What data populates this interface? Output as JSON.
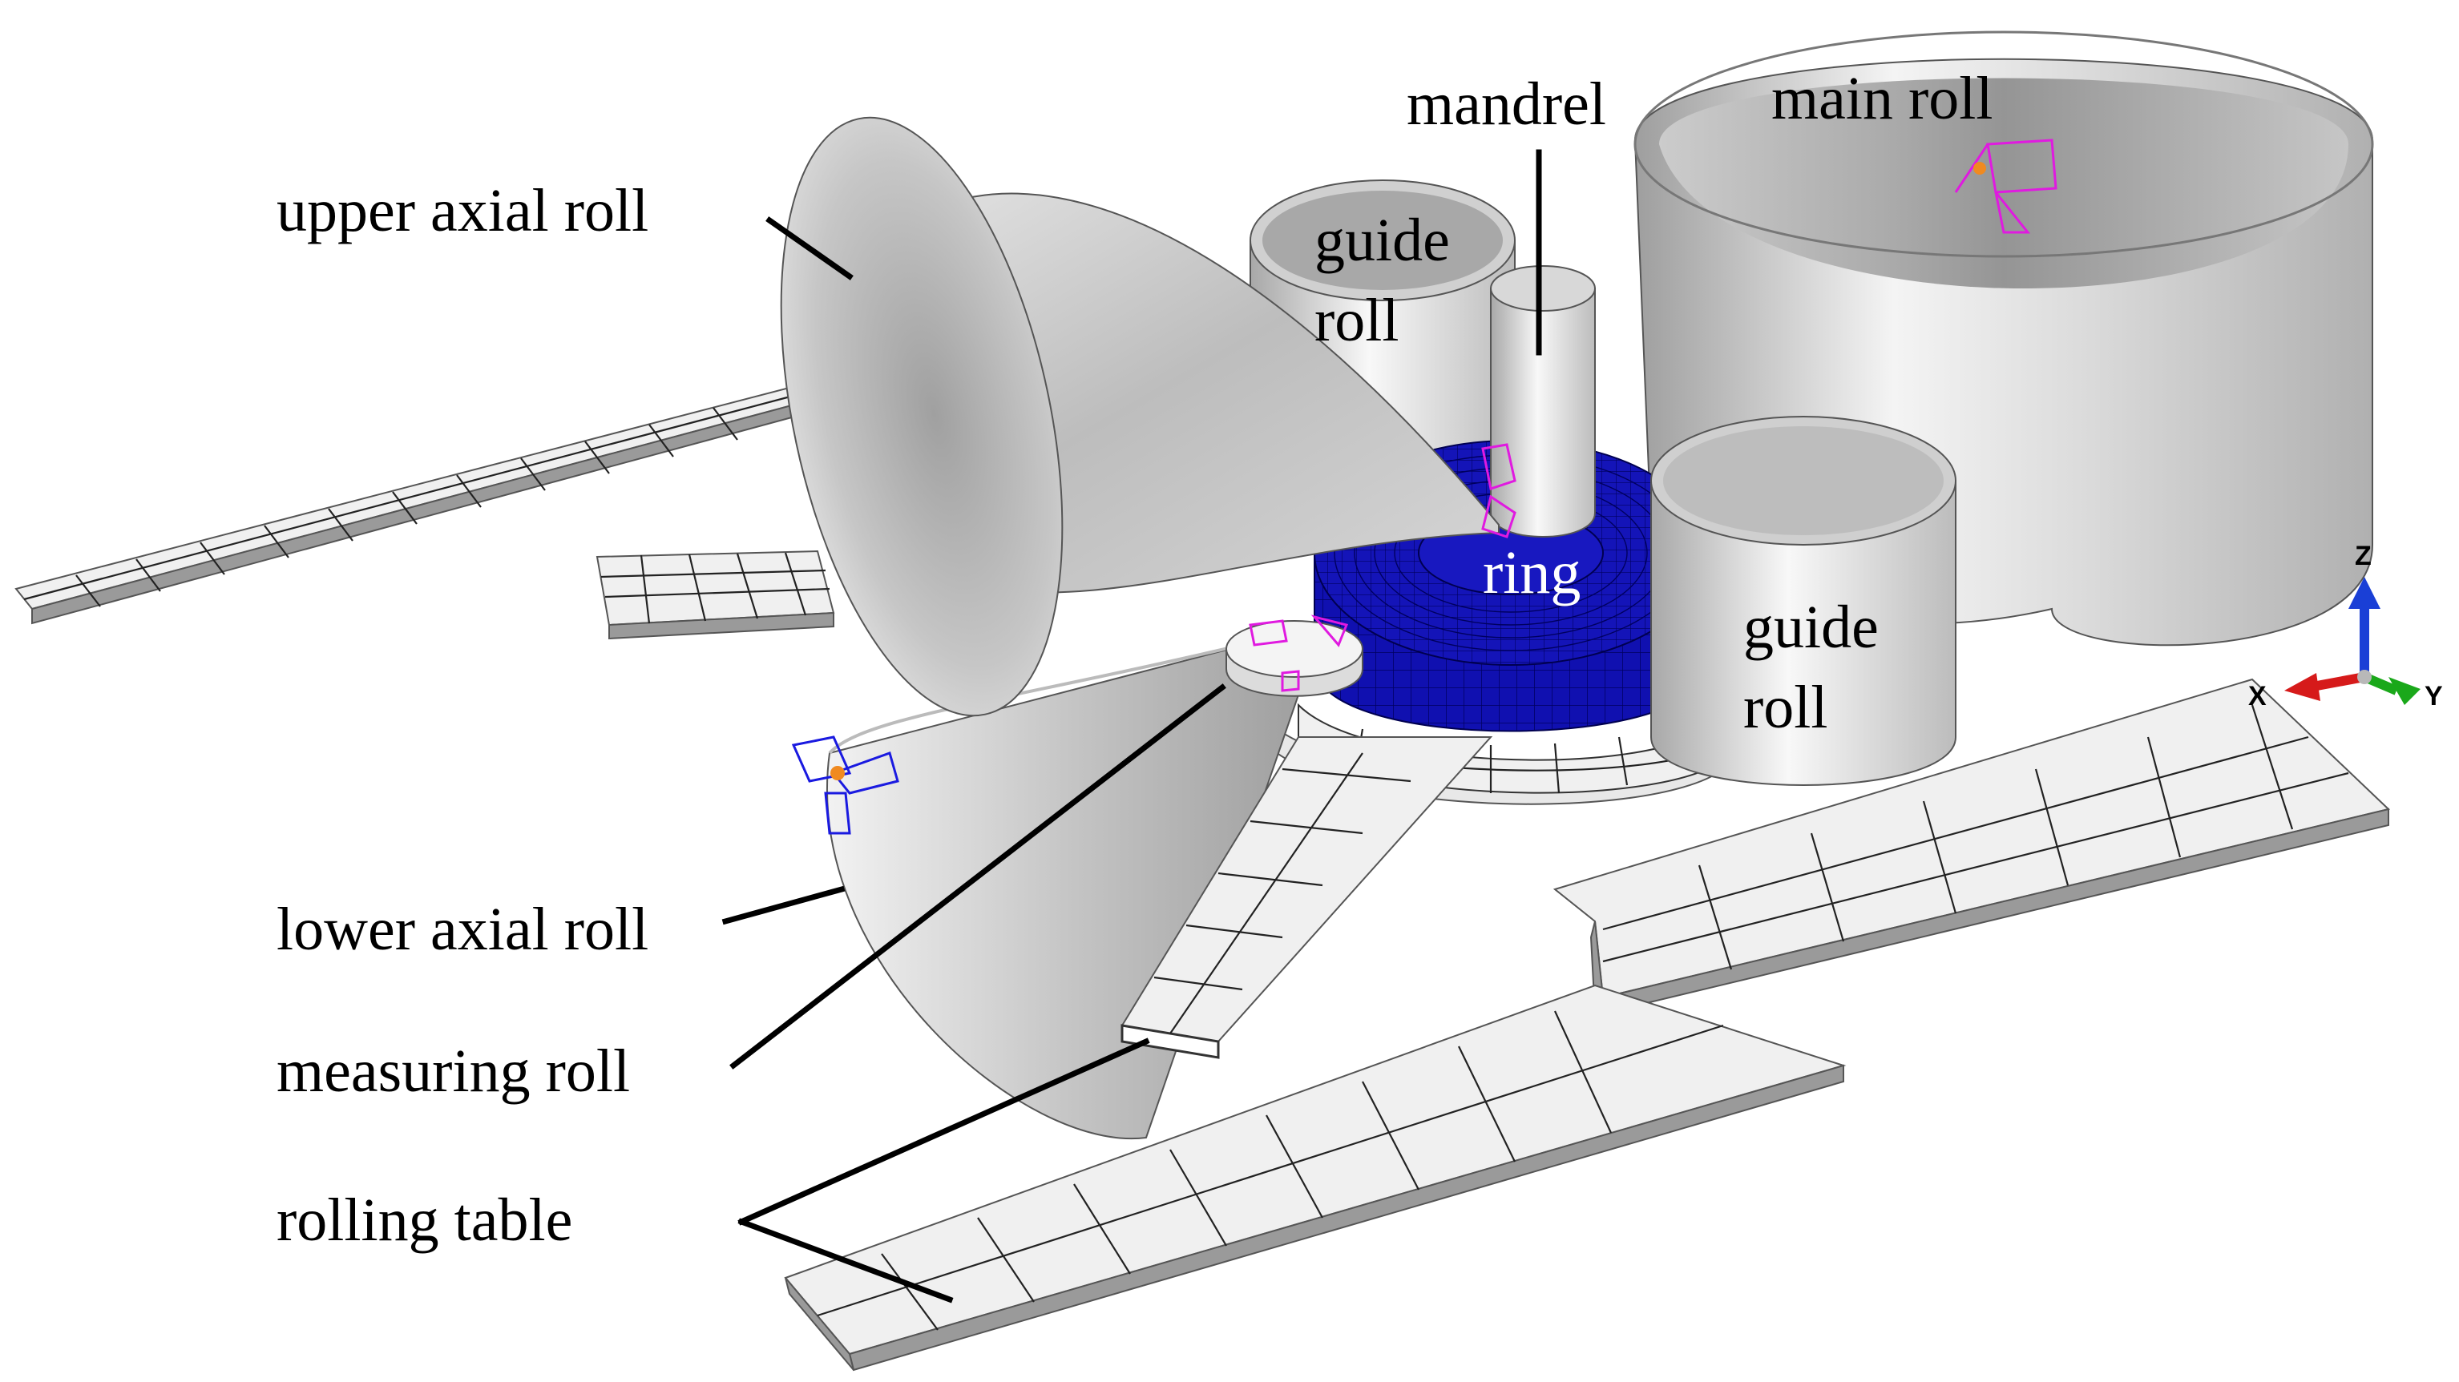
{
  "labels": {
    "upper_axial_roll": "upper axial roll",
    "guide_roll_top_line1": "guide",
    "guide_roll_top_line2": "roll",
    "mandrel": "mandrel",
    "main_roll": "main roll",
    "ring": "ring",
    "guide_roll_right_line1": "guide",
    "guide_roll_right_line2": "roll",
    "lower_axial_roll": "lower axial roll",
    "measuring_roll": "measuring roll",
    "rolling_table": "rolling table"
  },
  "axis_triad": {
    "z": "Z",
    "x": "X",
    "y": "Y"
  },
  "colors": {
    "ring": "#1010b0",
    "roll_surface": "#c8c8c8",
    "table_surface": "#ececec",
    "triad_z": "#1a3fd6",
    "triad_x": "#d61a1a",
    "triad_y": "#1aa81a",
    "reference_point": "#e01ae0"
  }
}
